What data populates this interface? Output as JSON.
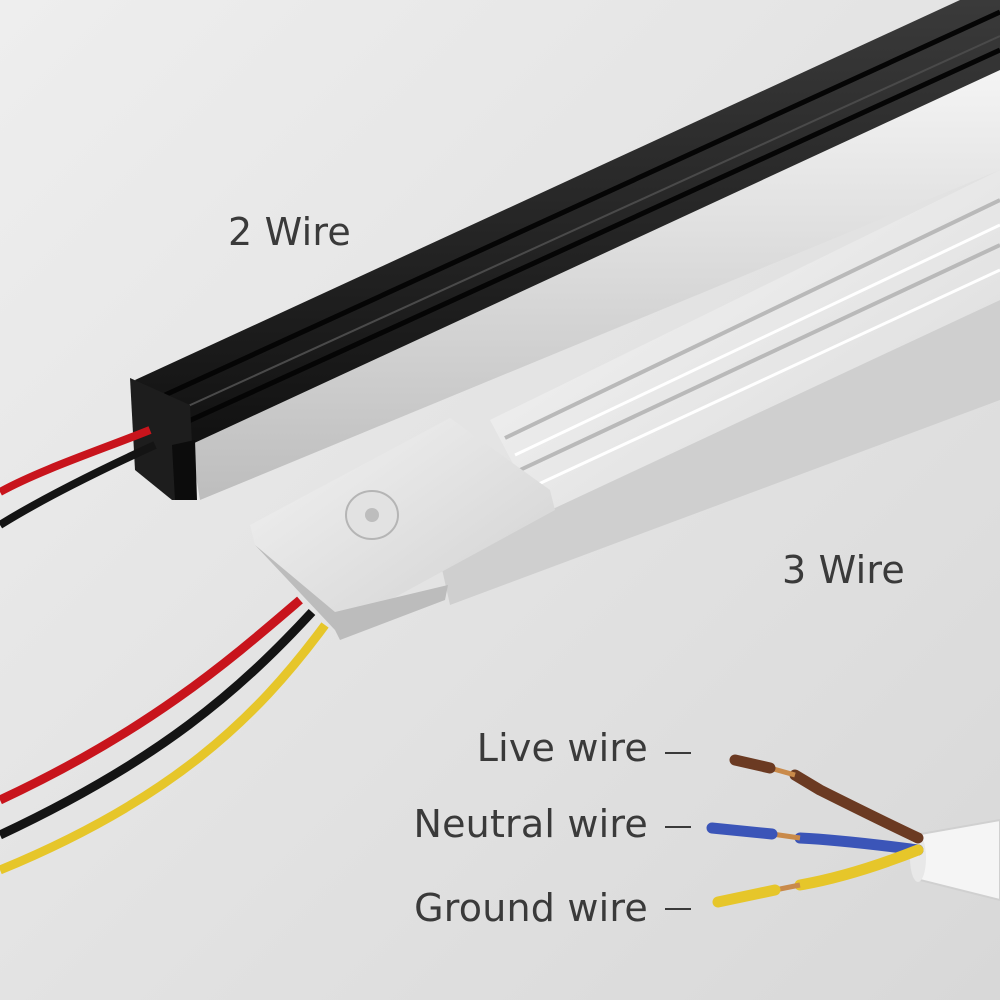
{
  "labels": {
    "two_wire": "2 Wire",
    "three_wire": "3 Wire",
    "live_wire": "Live wire",
    "neutral_wire": "Neutral wire",
    "ground_wire": "Ground wire"
  },
  "colors": {
    "background": "#e4e4e4",
    "black_profile": "#1a1a1a",
    "white_profile": "#f2f2f2",
    "red_wire": "#c8141c",
    "black_wire": "#141414",
    "yellow_wire": "#e6c62a",
    "brown_wire": "#6b3a22",
    "blue_wire": "#3b55b8",
    "copper": "#c98a4a"
  }
}
